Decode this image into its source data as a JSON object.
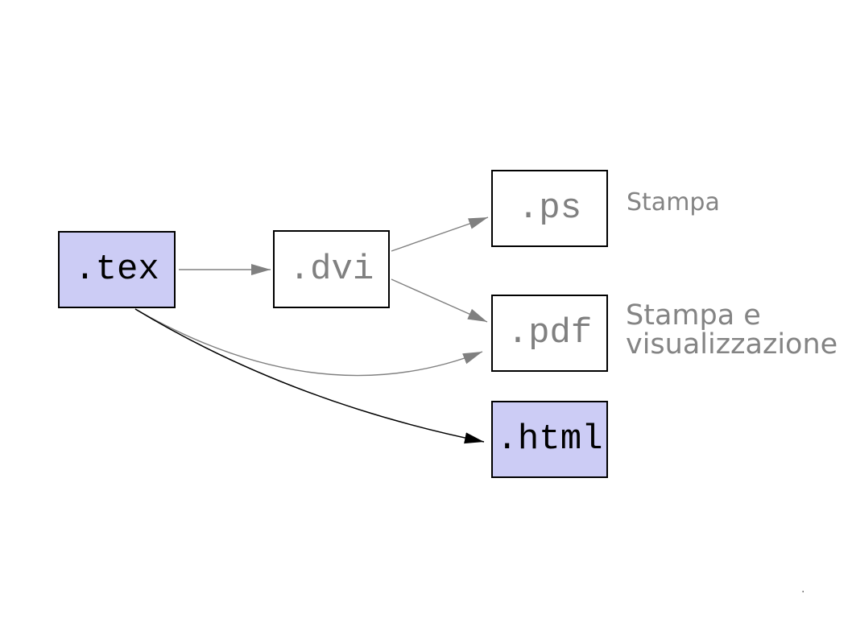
{
  "slide": {
    "background": "#ffffff",
    "nodes": [
      {
        "id": "tex",
        "label": ".tex",
        "style": "highlight"
      },
      {
        "id": "dvi",
        "label": ".dvi",
        "style": "plain"
      },
      {
        "id": "ps",
        "label": ".ps",
        "style": "plain"
      },
      {
        "id": "pdf",
        "label": ".pdf",
        "style": "plain"
      },
      {
        "id": "html",
        "label": ".html",
        "style": "highlight"
      }
    ],
    "edges": [
      {
        "from": "tex",
        "to": "dvi",
        "color": "gray",
        "shape": "straight"
      },
      {
        "from": "dvi",
        "to": "ps",
        "color": "gray",
        "shape": "straight"
      },
      {
        "from": "dvi",
        "to": "pdf",
        "color": "gray",
        "shape": "straight"
      },
      {
        "from": "tex",
        "to": "pdf",
        "color": "gray",
        "shape": "curved"
      },
      {
        "from": "tex",
        "to": "html",
        "color": "black",
        "shape": "curved"
      }
    ],
    "annotations": {
      "ps_note": "Stampa",
      "pdf_note_line1": "Stampa e",
      "pdf_note_line2": "visualizzazione",
      "stray_dot": "."
    },
    "colors": {
      "highlight_fill": "#ccccf5",
      "node_border": "#000000",
      "edge_gray": "#808080",
      "edge_black": "#000000",
      "note_text": "#848484"
    }
  }
}
